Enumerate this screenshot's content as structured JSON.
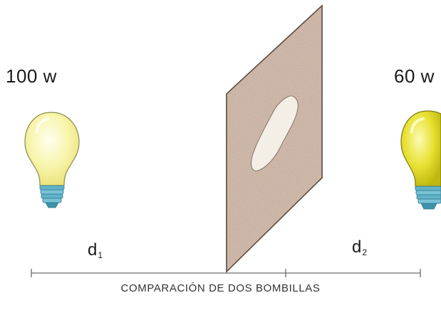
{
  "bulbs": {
    "left": {
      "power": "100 w",
      "glow": "#f7f4a2",
      "glow_light": "#fffde0"
    },
    "right": {
      "power": "60 w",
      "glow": "#e6e22e",
      "glow_light": "#fbf8a0"
    },
    "base_color": "#63b3c8"
  },
  "distances": {
    "d1": {
      "symbol": "d",
      "subscript": "1"
    },
    "d2": {
      "symbol": "d",
      "subscript": "2"
    }
  },
  "screen": {
    "texture": "#a8826a",
    "spot": "#f3efe6"
  },
  "caption": "COMPARACIÓN DE DOS BOMBILLAS"
}
